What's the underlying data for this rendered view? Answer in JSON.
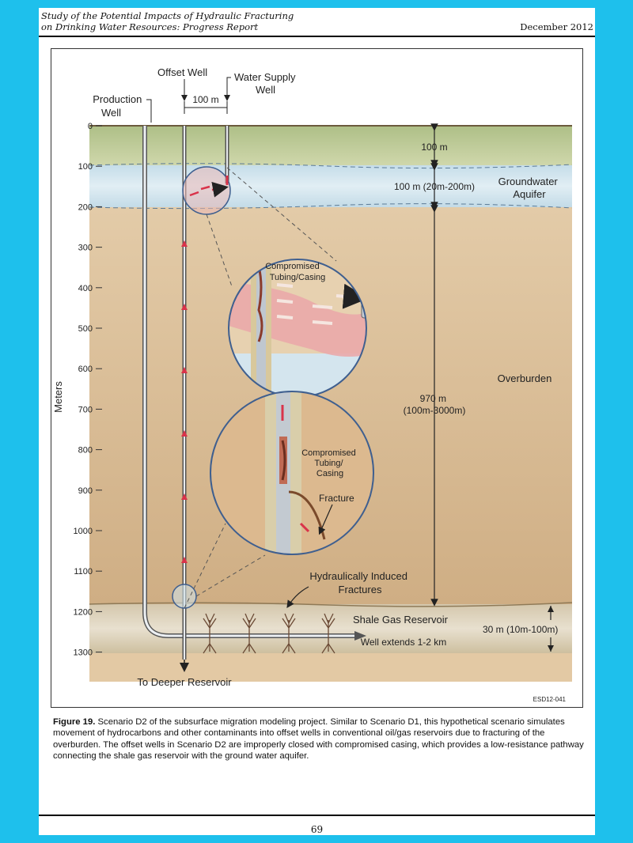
{
  "header": {
    "title_line1": "Study of the Potential Impacts of Hydraulic Fracturing",
    "title_line2": "on Drinking Water Resources: Progress Report",
    "date": "December 2012"
  },
  "diagram": {
    "labels": {
      "production_well": [
        "Production",
        "Well"
      ],
      "offset_well": "Offset Well",
      "water_supply_well": [
        "Water Supply",
        "Well"
      ],
      "spacing": "100 m",
      "y_axis": "Meters",
      "depth_top": "100 m",
      "depth_aquifer": "100 m (20m-200m)",
      "groundwater_aquifer": [
        "Groundwater",
        "Aquifer"
      ],
      "overburden": "Overburden",
      "depth_overburden": [
        "970 m",
        "(100m-3000m)"
      ],
      "hydraulic_fractures": [
        "Hydraulically Induced",
        "Fractures"
      ],
      "shale_gas": "Shale Gas Reservoir",
      "depth_reservoir": "30 m (10m-100m)",
      "well_extends": "Well extends 1-2 km",
      "deeper": "To Deeper Reservoir",
      "inset1_label": [
        "Compromised",
        "Tubing/Casing"
      ],
      "inset2_label": [
        "Compromised",
        "Tubing/",
        "Casing"
      ],
      "fracture": "Fracture",
      "code": "ESD12-041"
    },
    "ticks": [
      "0",
      "100",
      "200",
      "300",
      "400",
      "500",
      "600",
      "700",
      "800",
      "900",
      "1000",
      "1100",
      "1200",
      "1300"
    ],
    "colors": {
      "soil": "#bfcb9a",
      "aquifer": "#cfe2ec",
      "overburden": "#d9bb94",
      "shale": "#dcd2bd",
      "contaminant": "#e8a0a4",
      "arrow": "#d9334a"
    }
  },
  "caption": {
    "label": "Figure 19.",
    "text": " Scenario D2 of the subsurface migration modeling project. Similar to Scenario D1, this hypothetical scenario simulates movement of hydrocarbons and other contaminants into offset wells in conventional oil/gas reservoirs due to fracturing of the overburden. The offset wells in Scenario D2 are improperly closed with compromised casing, which provides a low-resistance pathway connecting the shale gas reservoir with the ground water aquifer."
  },
  "page_number": "69"
}
